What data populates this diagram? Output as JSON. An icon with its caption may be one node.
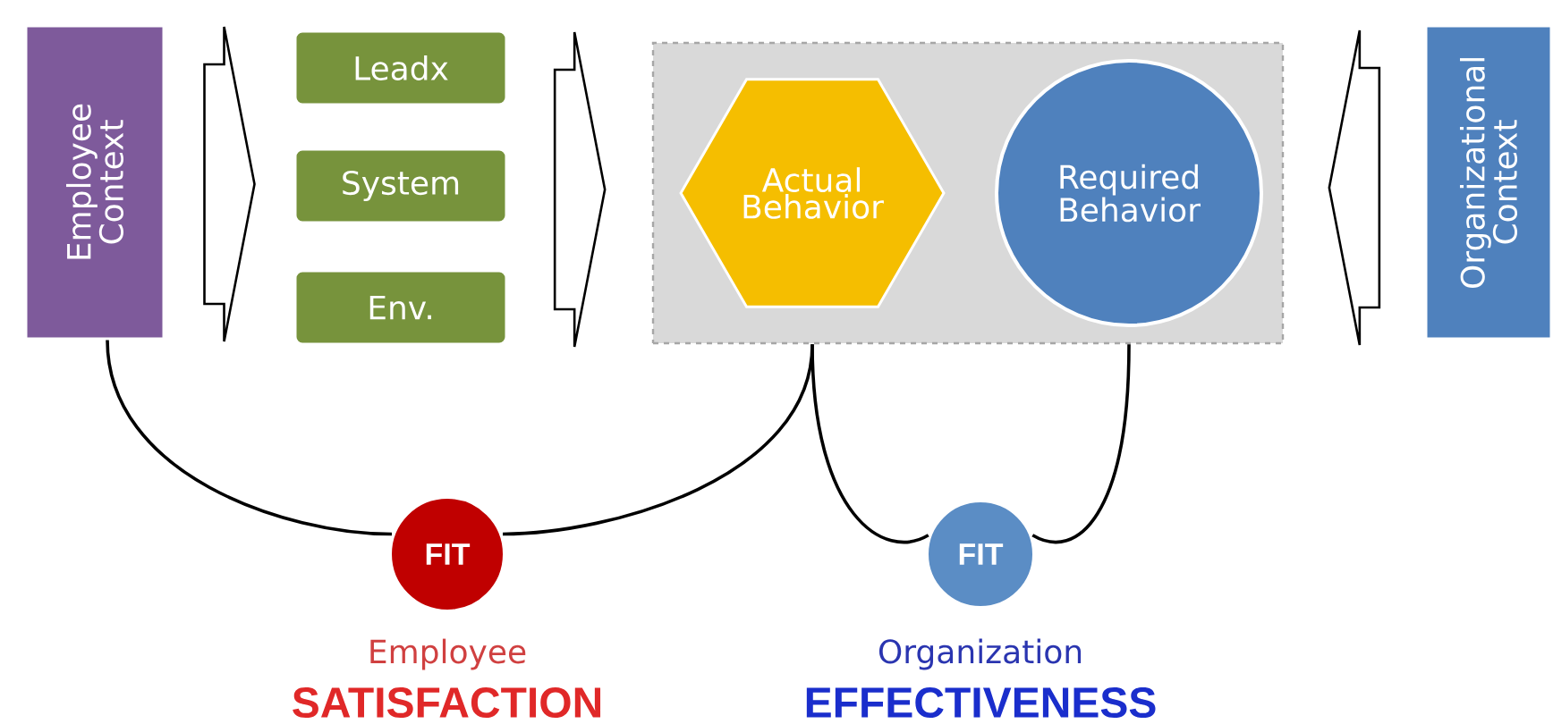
{
  "diagram": {
    "nodes": [
      {
        "text": [
          "Employee Context"
        ]
      },
      {
        "text": [
          "Leadx"
        ]
      },
      {
        "text": [
          "System"
        ]
      },
      {
        "text": [
          "Env."
        ]
      },
      {
        "text": [],
        "shape": "box"
      },
      {
        "text": [
          "Actual Behavior"
        ],
        "in": 4
      },
      {
        "text": [
          "Required Behavior"
        ],
        "in": 4
      },
      {
        "text": [
          "Organizational Context"
        ]
      },
      {
        "text": [
          "FIT"
        ],
        "beside": [
          "Employee",
          "SATISFACTION"
        ]
      },
      {
        "text": [
          "FIT"
        ],
        "beside": [
          "Organization",
          "EFFECTIVENESS"
        ]
      }
    ],
    "edges": [
      {
        "from": 0,
        "to": 2,
        "arrow": "to"
      },
      {
        "from": 2,
        "to": 4,
        "arrow": "to"
      },
      {
        "from": 7,
        "to": 4,
        "arrow": "to"
      },
      {
        "from": 0,
        "to": 8,
        "arrow": "none"
      },
      {
        "from": 8,
        "to": 5,
        "arrow": "none"
      },
      {
        "from": 5,
        "to": 9,
        "arrow": "none"
      },
      {
        "from": 9,
        "to": 6,
        "arrow": "none"
      }
    ]
  }
}
